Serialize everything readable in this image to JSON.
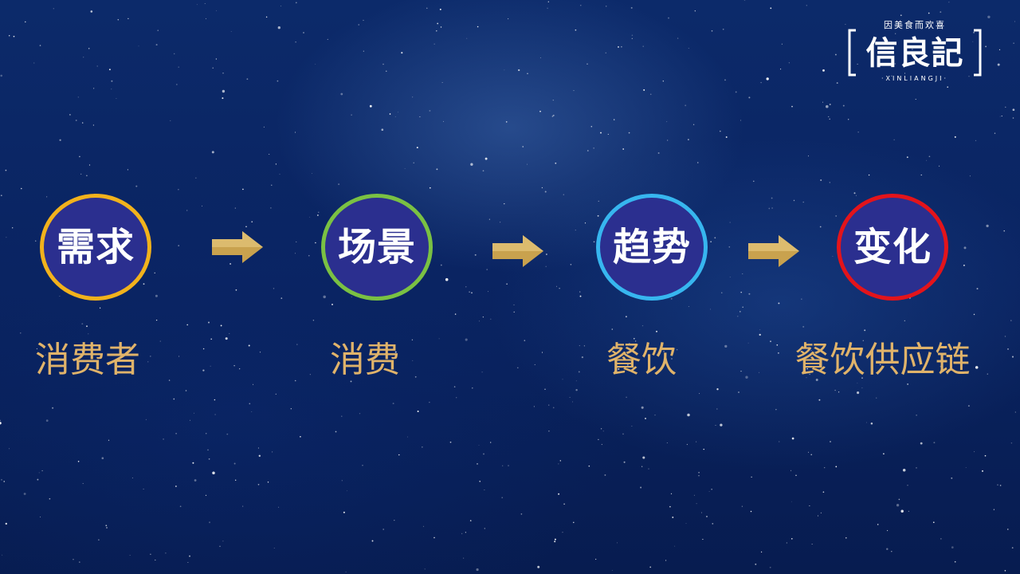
{
  "logo": {
    "tagline": "因美食而欢喜",
    "name": "信良記",
    "romanization": "·XINLIANGJI·"
  },
  "flow": {
    "steps": [
      {
        "label": "需求",
        "caption": "消费者",
        "ring_color": "#f2b21c"
      },
      {
        "label": "场景",
        "caption": "消费",
        "ring_color": "#7ac143"
      },
      {
        "label": "趋势",
        "caption": "餐饮",
        "ring_color": "#37b6ef"
      },
      {
        "label": "变化",
        "caption": "餐饮供应链",
        "ring_color": "#e3141b"
      }
    ],
    "node_fill": "#2b2f8f",
    "arrow_color": "#c9a24e",
    "caption_color": "#e0b36a"
  }
}
